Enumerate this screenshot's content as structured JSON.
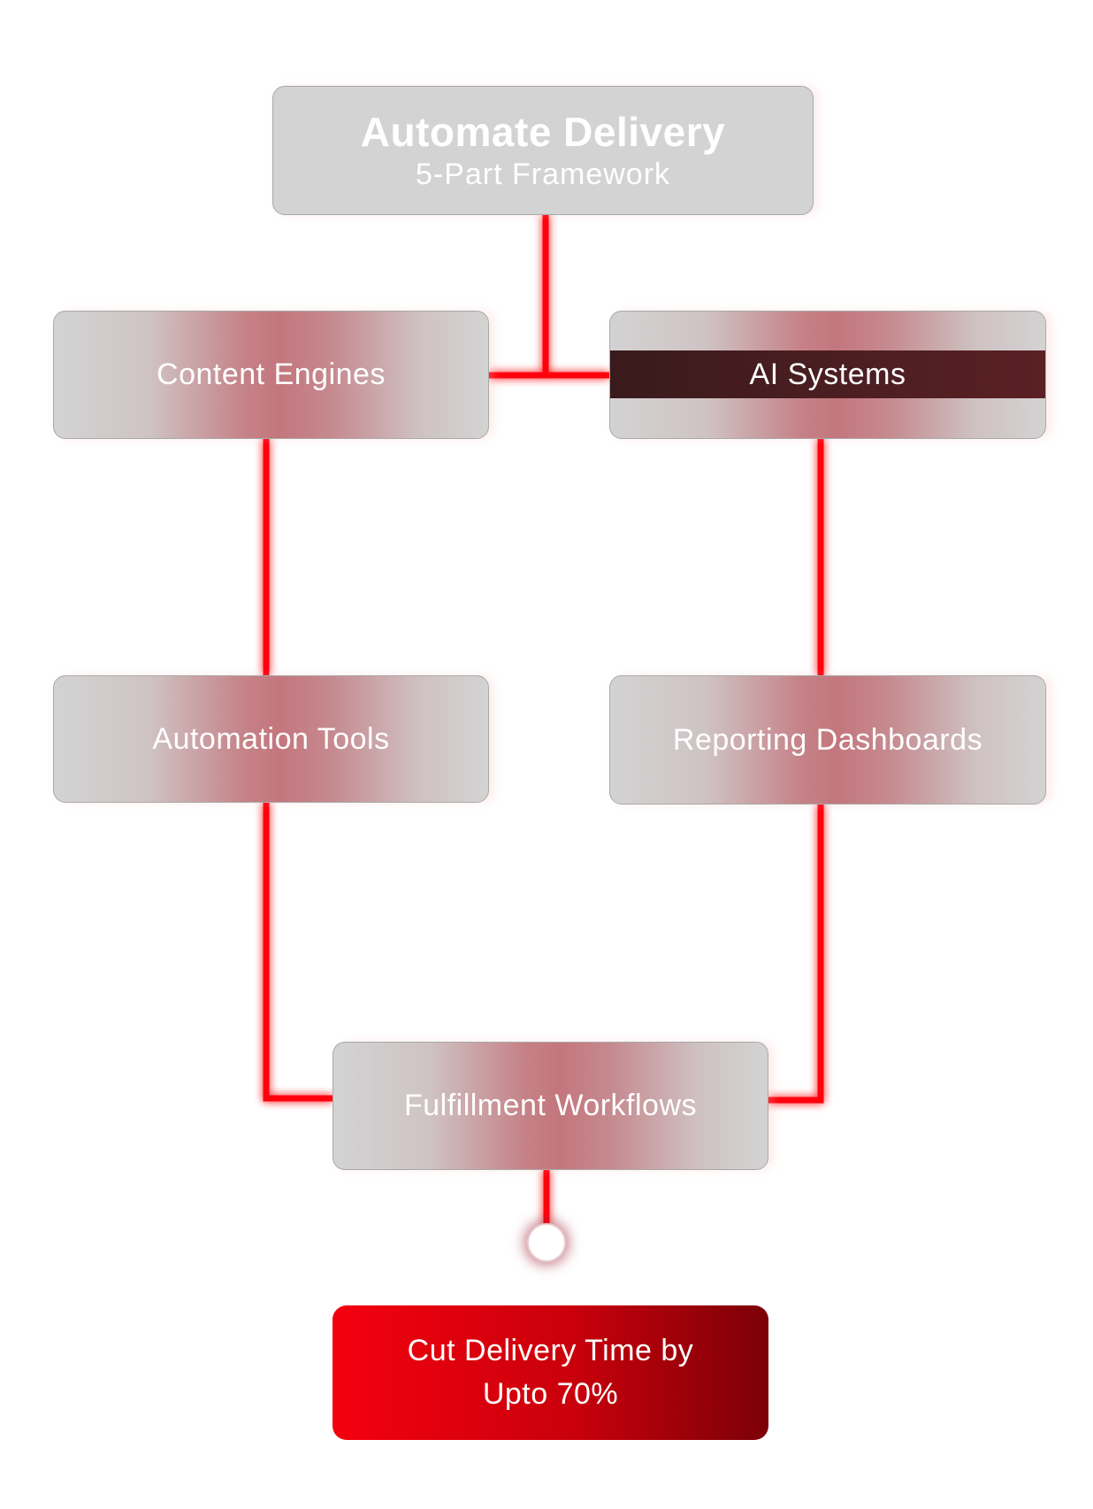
{
  "header": {
    "title": "Automate Delivery",
    "subtitle": "5-Part Framework"
  },
  "nodes": {
    "content_engines": "Content Engines",
    "ai_systems": "AI Systems",
    "automation_tools": "Automation Tools",
    "reporting_dashboards": "Reporting Dashboards",
    "fulfillment_workflows": "Fulfillment Workflows"
  },
  "result": {
    "line1": "Cut Delivery Time by",
    "line2": "Upto 70%"
  },
  "colors": {
    "connector": "#ff0010",
    "connector_glow": "#ff5a66",
    "result_start": "#f5000e",
    "result_end": "#7c0007",
    "box_base": "#d3d3d3",
    "box_accent": "#c4767d",
    "ai_band": "#4a1e21"
  }
}
